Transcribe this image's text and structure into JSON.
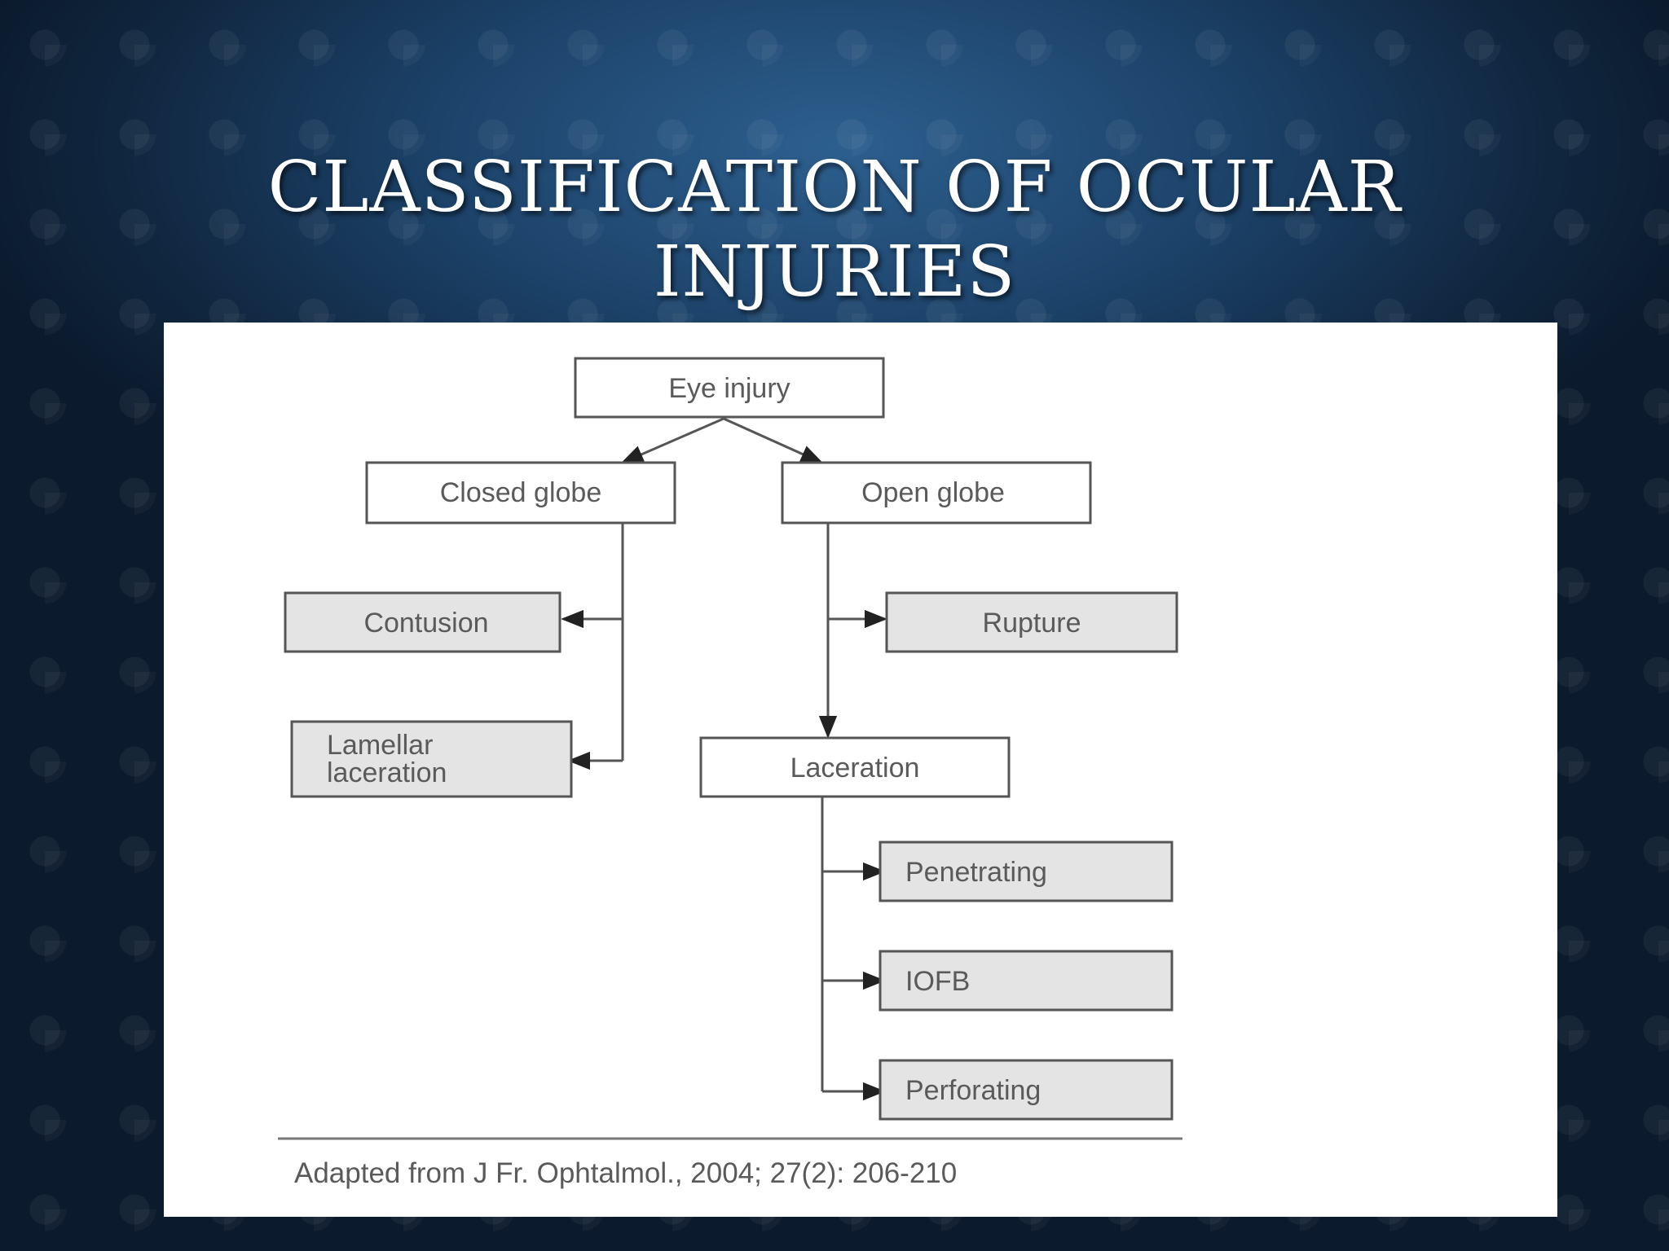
{
  "slide": {
    "title_line1": "CLASSIFICATION OF OCULAR",
    "title_line2": "INJURIES"
  },
  "diagram": {
    "nodes": {
      "root": "Eye injury",
      "closed_globe": "Closed globe",
      "open_globe": "Open globe",
      "contusion": "Contusion",
      "lamellar_line1": "Lamellar",
      "lamellar_line2": "laceration",
      "rupture": "Rupture",
      "laceration": "Laceration",
      "penetrating": "Penetrating",
      "iofb": "IOFB",
      "perforating": "Perforating"
    },
    "citation": "Adapted from J Fr. Ophtalmol., 2004; 27(2): 206-210",
    "colors": {
      "box_stroke": "#555555",
      "leaf_fill": "#e4e4e4",
      "text": "#5a5a5a"
    }
  }
}
